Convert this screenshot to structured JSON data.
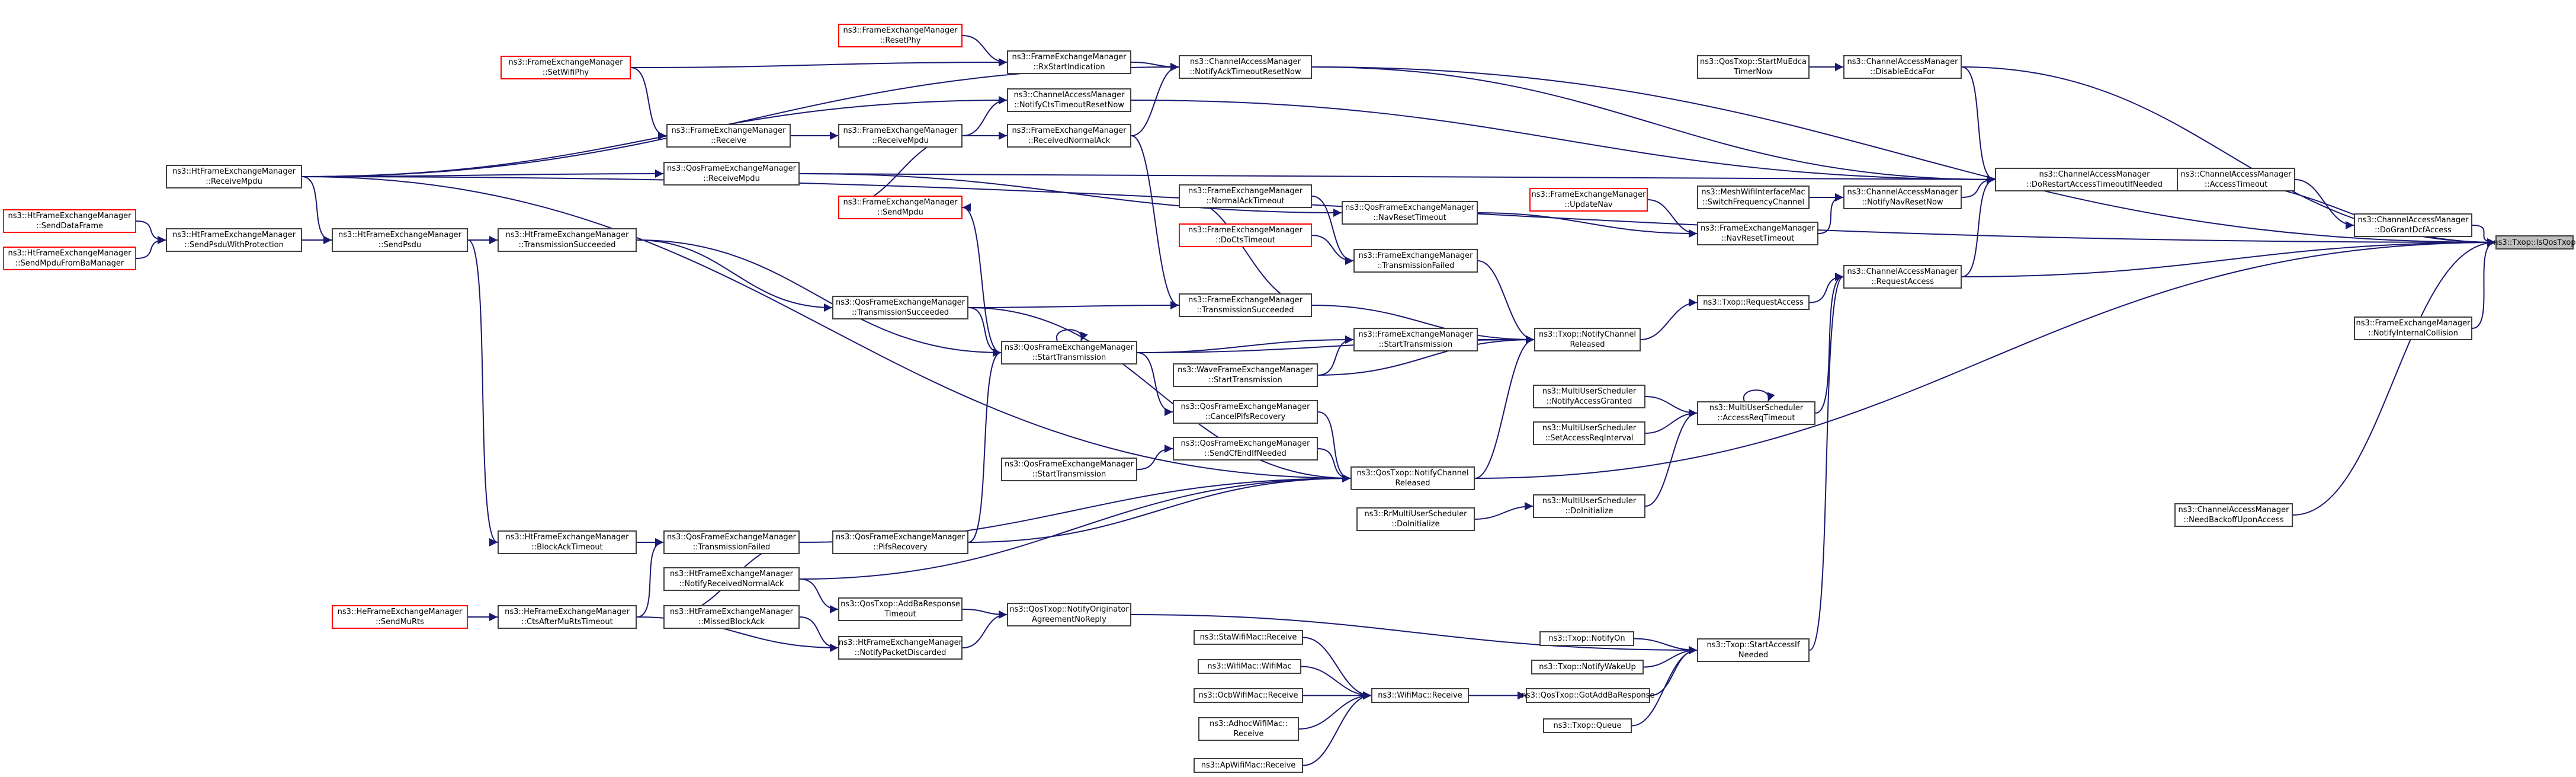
{
  "colors": {
    "edge": "#191970",
    "node_border": "#404040",
    "node_missing_border": "#ff0000",
    "current_fill": "#bfbfbf",
    "background": "#ffffff"
  },
  "nodes": [
    {
      "id": "root",
      "lines": [
        "ns3::Txop::IsQosTxop"
      ],
      "style": "current"
    },
    {
      "id": "cam_dosable",
      "lines": [
        "ns3::ChannelAccessManager",
        "::DisableEdcaFor"
      ],
      "style": "normal"
    },
    {
      "id": "qos_startmu",
      "lines": [
        "ns3::QosTxop::StartMuEdca",
        "TimerNow"
      ],
      "style": "normal"
    },
    {
      "id": "cam_dorestart",
      "lines": [
        "ns3::ChannelAccessManager",
        "::DoRestartAccessTimeoutIfNeeded"
      ],
      "style": "normal"
    },
    {
      "id": "cam_accesstimeout",
      "lines": [
        "ns3::ChannelAccessManager",
        "::AccessTimeout"
      ],
      "style": "normal"
    },
    {
      "id": "cam_dograntdcf",
      "lines": [
        "ns3::ChannelAccessManager",
        "::DoGrantDcfAccess"
      ],
      "style": "normal"
    },
    {
      "id": "fem_notifyinternal",
      "lines": [
        "ns3::FrameExchangeManager",
        "::NotifyInternalCollision"
      ],
      "style": "normal"
    },
    {
      "id": "cam_requestaccess",
      "lines": [
        "ns3::ChannelAccessManager",
        "::RequestAccess"
      ],
      "style": "normal"
    },
    {
      "id": "cam_needbackoff",
      "lines": [
        "ns3::ChannelAccessManager",
        "::NeedBackoffUponAccess"
      ],
      "style": "normal"
    },
    {
      "id": "cam_notifyack",
      "lines": [
        "ns3::ChannelAccessManager",
        "::NotifyAckTimeoutResetNow"
      ],
      "style": "normal"
    },
    {
      "id": "cam_notifycts",
      "lines": [
        "ns3::ChannelAccessManager",
        "::NotifyCtsTimeoutResetNow"
      ],
      "style": "normal"
    },
    {
      "id": "mesh_switch",
      "lines": [
        "ns3::MeshWifiInterfaceMac",
        "::SwitchFrequencyChannel"
      ],
      "style": "normal"
    },
    {
      "id": "cam_notifynav",
      "lines": [
        "ns3::ChannelAccessManager",
        "::NotifyNavResetNow"
      ],
      "style": "normal"
    },
    {
      "id": "fem_updatenav",
      "lines": [
        "ns3::FrameExchangeManager",
        "::UpdateNav"
      ],
      "style": "red"
    },
    {
      "id": "fem_navreset",
      "lines": [
        "ns3::FrameExchangeManager",
        "::NavResetTimeout"
      ],
      "style": "normal"
    },
    {
      "id": "txop_requestaccess",
      "lines": [
        "ns3::Txop::RequestAccess"
      ],
      "style": "normal"
    },
    {
      "id": "txop_notifychannel",
      "lines": [
        "ns3::Txop::NotifyChannel",
        "Released"
      ],
      "style": "normal"
    },
    {
      "id": "mu_accessreq",
      "lines": [
        "ns3::MultiUserScheduler",
        "::AccessReqTimeout"
      ],
      "style": "normal"
    },
    {
      "id": "mu_notifygranted",
      "lines": [
        "ns3::MultiUserScheduler",
        "::NotifyAccessGranted"
      ],
      "style": "normal"
    },
    {
      "id": "mu_setinterval",
      "lines": [
        "ns3::MultiUserScheduler",
        "::SetAccessReqInterval"
      ],
      "style": "normal"
    },
    {
      "id": "mu_doinit",
      "lines": [
        "ns3::MultiUserScheduler",
        "::DoInitialize"
      ],
      "style": "normal"
    },
    {
      "id": "rr_doinit",
      "lines": [
        "ns3::RrMultiUserScheduler",
        "::DoInitialize"
      ],
      "style": "normal"
    },
    {
      "id": "qos_notifychannel",
      "lines": [
        "ns3::QosTxop::NotifyChannel",
        "Released"
      ],
      "style": "normal"
    },
    {
      "id": "txop_startaccess",
      "lines": [
        "ns3::Txop::StartAccessIf",
        "Needed"
      ],
      "style": "normal"
    },
    {
      "id": "txop_notifyon",
      "lines": [
        "ns3::Txop::NotifyOn"
      ],
      "style": "normal"
    },
    {
      "id": "txop_notifywake",
      "lines": [
        "ns3::Txop::NotifyWakeUp"
      ],
      "style": "normal"
    },
    {
      "id": "qos_gotaddba",
      "lines": [
        "ns3::QosTxop::GotAddBaResponse"
      ],
      "style": "normal"
    },
    {
      "id": "txop_queue",
      "lines": [
        "ns3::Txop::Queue"
      ],
      "style": "normal"
    },
    {
      "id": "wifimac_receive",
      "lines": [
        "ns3::WifiMac::Receive"
      ],
      "style": "normal"
    },
    {
      "id": "sta_receive",
      "lines": [
        "ns3::StaWifiMac::Receive"
      ],
      "style": "normal"
    },
    {
      "id": "wifimac_ctor",
      "lines": [
        "ns3::WifiMac::WifiMac"
      ],
      "style": "normal"
    },
    {
      "id": "ocb_receive",
      "lines": [
        "ns3::OcbWifiMac::Receive"
      ],
      "style": "normal"
    },
    {
      "id": "adhoc_receive",
      "lines": [
        "ns3::AdhocWifiMac::",
        "Receive"
      ],
      "style": "normal"
    },
    {
      "id": "ap_receive",
      "lines": [
        "ns3::ApWifiMac::Receive"
      ],
      "style": "normal"
    },
    {
      "id": "fem_resetphy",
      "lines": [
        "ns3::FrameExchangeManager",
        "::ResetPhy"
      ],
      "style": "red"
    },
    {
      "id": "fem_rxstart",
      "lines": [
        "ns3::FrameExchangeManager",
        "::RxStartIndication"
      ],
      "style": "normal"
    },
    {
      "id": "fem_setwifiphy",
      "lines": [
        "ns3::FrameExchangeManager",
        "::SetWifiPhy"
      ],
      "style": "red"
    },
    {
      "id": "fem_receive",
      "lines": [
        "ns3::FrameExchangeManager",
        "::Receive"
      ],
      "style": "normal"
    },
    {
      "id": "fem_receivempdu",
      "lines": [
        "ns3::FrameExchangeManager",
        "::ReceiveMpdu"
      ],
      "style": "normal"
    },
    {
      "id": "fem_receivednormalack",
      "lines": [
        "ns3::FrameExchangeManager",
        "::ReceivedNormalAck"
      ],
      "style": "normal"
    },
    {
      "id": "ht_receivempdu",
      "lines": [
        "ns3::HtFrameExchangeManager",
        "::ReceiveMpdu"
      ],
      "style": "normal"
    },
    {
      "id": "qosfem_receivempdu",
      "lines": [
        "ns3::QosFrameExchangeManager",
        "::ReceiveMpdu"
      ],
      "style": "normal"
    },
    {
      "id": "fem_normalack",
      "lines": [
        "ns3::FrameExchangeManager",
        "::NormalAckTimeout"
      ],
      "style": "normal"
    },
    {
      "id": "fem_sendmpdu",
      "lines": [
        "ns3::FrameExchangeManager",
        "::SendMpdu"
      ],
      "style": "red"
    },
    {
      "id": "fem_doctstimeout",
      "lines": [
        "ns3::FrameExchangeManager",
        "::DoCtsTimeout"
      ],
      "style": "red"
    },
    {
      "id": "qosfem_navreset",
      "lines": [
        "ns3::QosFrameExchangeManager",
        "::NavResetTimeout"
      ],
      "style": "normal"
    },
    {
      "id": "fem_txfailed",
      "lines": [
        "ns3::FrameExchangeManager",
        "::TransmissionFailed"
      ],
      "style": "normal"
    },
    {
      "id": "fem_txsucceeded",
      "lines": [
        "ns3::FrameExchangeManager",
        "::TransmissionSucceeded"
      ],
      "style": "normal"
    },
    {
      "id": "fem_starttx",
      "lines": [
        "ns3::FrameExchangeManager",
        "::StartTransmission"
      ],
      "style": "normal"
    },
    {
      "id": "wave_starttx",
      "lines": [
        "ns3::WaveFrameExchangeManager",
        "::StartTransmission"
      ],
      "style": "normal"
    },
    {
      "id": "qosfem_cancelpifs",
      "lines": [
        "ns3::QosFrameExchangeManager",
        "::CancelPifsRecovery"
      ],
      "style": "normal"
    },
    {
      "id": "qosfem_sendcfend",
      "lines": [
        "ns3::QosFrameExchangeManager",
        "::SendCfEndIfNeeded"
      ],
      "style": "normal"
    },
    {
      "id": "qosfem_txsucceeded",
      "lines": [
        "ns3::QosFrameExchangeManager",
        "::TransmissionSucceeded"
      ],
      "style": "normal"
    },
    {
      "id": "qosfem_starttx",
      "lines": [
        "ns3::QosFrameExchangeManager",
        "::StartTransmission"
      ],
      "style": "normal"
    },
    {
      "id": "qosfem_starttx2",
      "lines": [
        "ns3::QosFrameExchangeManager",
        "::StartTransmission"
      ],
      "style": "normal"
    },
    {
      "id": "qosfem_pifs",
      "lines": [
        "ns3::QosFrameExchangeManager",
        "::PifsRecovery"
      ],
      "style": "normal"
    },
    {
      "id": "qosfem_txfailed",
      "lines": [
        "ns3::QosFrameExchangeManager",
        "::TransmissionFailed"
      ],
      "style": "normal"
    },
    {
      "id": "ht_notifyreceived",
      "lines": [
        "ns3::HtFrameExchangeManager",
        "::NotifyReceivedNormalAck"
      ],
      "style": "normal"
    },
    {
      "id": "ht_missedblockack",
      "lines": [
        "ns3::HtFrameExchangeManager",
        "::MissedBlockAck"
      ],
      "style": "normal"
    },
    {
      "id": "qos_addbatimeout",
      "lines": [
        "ns3::QosTxop::AddBaResponse",
        "Timeout"
      ],
      "style": "normal"
    },
    {
      "id": "ht_notifypacketdisc",
      "lines": [
        "ns3::HtFrameExchangeManager",
        "::NotifyPacketDiscarded"
      ],
      "style": "normal"
    },
    {
      "id": "qos_notifyorig",
      "lines": [
        "ns3::QosTxop::NotifyOriginator",
        "AgreementNoReply"
      ],
      "style": "normal"
    },
    {
      "id": "ht_txsucceeded",
      "lines": [
        "ns3::HtFrameExchangeManager",
        "::TransmissionSucceeded"
      ],
      "style": "normal"
    },
    {
      "id": "ht_sendpsdu",
      "lines": [
        "ns3::HtFrameExchangeManager",
        "::SendPsdu"
      ],
      "style": "normal"
    },
    {
      "id": "ht_sendpsduprot",
      "lines": [
        "ns3::HtFrameExchangeManager",
        "::SendPsduWithProtection"
      ],
      "style": "normal"
    },
    {
      "id": "ht_receivempdu2",
      "lines": [
        "ns3::HtFrameExchangeManager",
        "::ReceiveMpdu"
      ],
      "style": "normal"
    },
    {
      "id": "ht_senddata",
      "lines": [
        "ns3::HtFrameExchangeManager",
        "::SendDataFrame"
      ],
      "style": "red"
    },
    {
      "id": "ht_sendmpdufromba",
      "lines": [
        "ns3::HtFrameExchangeManager",
        "::SendMpduFromBaManager"
      ],
      "style": "red"
    },
    {
      "id": "ht_blockacktimeout",
      "lines": [
        "ns3::HtFrameExchangeManager",
        "::BlockAckTimeout"
      ],
      "style": "normal"
    },
    {
      "id": "he_ctsafter",
      "lines": [
        "ns3::HeFrameExchangeManager",
        "::CtsAfterMuRtsTimeout"
      ],
      "style": "normal"
    },
    {
      "id": "he_sendmurts",
      "lines": [
        "ns3::HeFrameExchangeManager",
        "::SendMuRts"
      ],
      "style": "red"
    }
  ],
  "edges": [
    [
      "root",
      "cam_dosable"
    ],
    [
      "root",
      "cam_dorestart"
    ],
    [
      "root",
      "cam_dograntdcf"
    ],
    [
      "root",
      "cam_requestaccess"
    ],
    [
      "root",
      "fem_notifyinternal"
    ],
    [
      "root",
      "cam_needbackoff"
    ],
    [
      "root",
      "ht_receivempdu2"
    ],
    [
      "root",
      "cam_notifyack"
    ],
    [
      "cam_dosable",
      "qos_startmu"
    ],
    [
      "cam_dorestart",
      "cam_accesstimeout"
    ],
    [
      "cam_accesstimeout",
      "cam_dorestart"
    ],
    [
      "cam_dograntdcf",
      "cam_accesstimeout"
    ],
    [
      "cam_dorestart",
      "cam_requestaccess"
    ],
    [
      "cam_dorestart",
      "cam_notifyack"
    ],
    [
      "cam_dorestart",
      "cam_notifycts"
    ],
    [
      "cam_dorestart",
      "cam_notifynav"
    ],
    [
      "cam_dorestart",
      "cam_dosable"
    ],
    [
      "cam_dorestart",
      "qosfem_receivempdu"
    ],
    [
      "cam_notifynav",
      "mesh_switch"
    ],
    [
      "cam_notifynav",
      "fem_navreset"
    ],
    [
      "fem_navreset",
      "fem_updatenav"
    ],
    [
      "fem_navreset",
      "qosfem_navreset"
    ],
    [
      "cam_requestaccess",
      "txop_requestaccess"
    ],
    [
      "cam_requestaccess",
      "mu_accessreq"
    ],
    [
      "cam_requestaccess",
      "txop_startaccess"
    ],
    [
      "txop_requestaccess",
      "txop_notifychannel"
    ],
    [
      "mu_accessreq",
      "mu_accessreq"
    ],
    [
      "mu_accessreq",
      "mu_notifygranted"
    ],
    [
      "mu_accessreq",
      "mu_setinterval"
    ],
    [
      "mu_accessreq",
      "mu_doinit"
    ],
    [
      "mu_doinit",
      "rr_doinit"
    ],
    [
      "txop_notifychannel",
      "fem_txfailed"
    ],
    [
      "txop_notifychannel",
      "fem_txsucceeded"
    ],
    [
      "txop_notifychannel",
      "fem_starttx"
    ],
    [
      "txop_notifychannel",
      "wave_starttx"
    ],
    [
      "txop_notifychannel",
      "qosfem_starttx"
    ],
    [
      "txop_notifychannel",
      "qos_notifychannel"
    ],
    [
      "qos_notifychannel",
      "qosfem_cancelpifs"
    ],
    [
      "qos_notifychannel",
      "qosfem_sendcfend"
    ],
    [
      "qos_notifychannel",
      "qosfem_txsucceeded"
    ],
    [
      "qos_notifychannel",
      "qosfem_pifs"
    ],
    [
      "qos_notifychannel",
      "qosfem_txfailed"
    ],
    [
      "qos_notifychannel",
      "ht_notifyreceived"
    ],
    [
      "txop_startaccess",
      "txop_notifyon"
    ],
    [
      "txop_startaccess",
      "txop_notifywake"
    ],
    [
      "txop_startaccess",
      "qos_gotaddba"
    ],
    [
      "txop_startaccess",
      "txop_queue"
    ],
    [
      "txop_startaccess",
      "qos_notifyorig"
    ],
    [
      "qos_gotaddba",
      "wifimac_receive"
    ],
    [
      "wifimac_receive",
      "sta_receive"
    ],
    [
      "wifimac_receive",
      "wifimac_ctor"
    ],
    [
      "wifimac_receive",
      "ocb_receive"
    ],
    [
      "wifimac_receive",
      "adhoc_receive"
    ],
    [
      "wifimac_receive",
      "ap_receive"
    ],
    [
      "cam_notifyack",
      "fem_rxstart"
    ],
    [
      "cam_notifyack",
      "fem_receivednormalack"
    ],
    [
      "cam_notifyack",
      "ht_receivempdu2"
    ],
    [
      "fem_rxstart",
      "fem_resetphy"
    ],
    [
      "fem_rxstart",
      "fem_setwifiphy"
    ],
    [
      "cam_notifycts",
      "fem_receivempdu"
    ],
    [
      "cam_notifycts",
      "ht_receivempdu2"
    ],
    [
      "fem_receivednormalack",
      "fem_receivempdu"
    ],
    [
      "fem_receivempdu",
      "fem_receive"
    ],
    [
      "fem_receive",
      "fem_setwifiphy"
    ],
    [
      "fem_receivempdu",
      "fem_sendmpdu"
    ],
    [
      "fem_sendmpdu",
      "qosfem_starttx"
    ],
    [
      "qosfem_receivempdu",
      "ht_receivempdu2"
    ],
    [
      "qosfem_navreset",
      "qosfem_receivempdu"
    ],
    [
      "fem_txfailed",
      "fem_normalack"
    ],
    [
      "fem_txfailed",
      "fem_doctstimeout"
    ],
    [
      "fem_txsucceeded",
      "fem_receivednormalack"
    ],
    [
      "fem_txsucceeded",
      "fem_normalack"
    ],
    [
      "fem_txsucceeded",
      "qosfem_txsucceeded"
    ],
    [
      "fem_starttx",
      "qosfem_starttx"
    ],
    [
      "fem_starttx",
      "wave_starttx"
    ],
    [
      "qosfem_cancelpifs",
      "qosfem_starttx"
    ],
    [
      "qosfem_sendcfend",
      "qosfem_starttx2"
    ],
    [
      "qosfem_txsucceeded",
      "ht_txsucceeded"
    ],
    [
      "qosfem_starttx",
      "qosfem_starttx"
    ],
    [
      "qosfem_starttx",
      "qosfem_txsucceeded"
    ],
    [
      "qosfem_starttx",
      "ht_txsucceeded"
    ],
    [
      "qosfem_starttx",
      "qosfem_pifs"
    ],
    [
      "qosfem_txfailed",
      "ht_blockacktimeout"
    ],
    [
      "qosfem_txfailed",
      "he_ctsafter"
    ],
    [
      "qosfem_txfailed",
      "ht_missedblockack"
    ],
    [
      "ht_txsucceeded",
      "ht_sendpsdu"
    ],
    [
      "ht_sendpsdu",
      "ht_sendpsduprot"
    ],
    [
      "ht_sendpsdu",
      "ht_receivempdu2"
    ],
    [
      "ht_sendpsduprot",
      "ht_senddata"
    ],
    [
      "ht_sendpsduprot",
      "ht_sendmpdufromba"
    ],
    [
      "qos_notifyorig",
      "qos_addbatimeout"
    ],
    [
      "qos_notifyorig",
      "ht_notifypacketdisc"
    ],
    [
      "qos_addbatimeout",
      "ht_notifyreceived"
    ],
    [
      "ht_notifypacketdisc",
      "ht_missedblockack"
    ],
    [
      "ht_notifypacketdisc",
      "he_ctsafter"
    ],
    [
      "ht_blockacktimeout",
      "ht_sendpsdu"
    ],
    [
      "he_ctsafter",
      "he_sendmurts"
    ],
    [
      "qos_notifychannel",
      "ht_receivempdu2"
    ],
    [
      "root",
      "qos_notifychannel"
    ]
  ]
}
